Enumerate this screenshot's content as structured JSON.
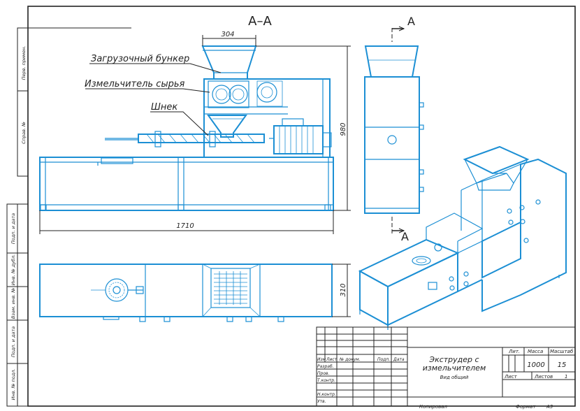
{
  "section_label": "А–А",
  "cut_marker": "А",
  "callouts": {
    "hopper": "Загрузочный бункер",
    "grinder": "Измельчитель сырья",
    "screw": "Шнек"
  },
  "dimensions": {
    "hopper_width": "304",
    "height": "980",
    "length": "1710",
    "width": "310"
  },
  "side_stamp": {
    "perv_primen": "Перв. примен.",
    "sprav_no": "Справ. №",
    "podp_data_1": "Подп. и дата",
    "inv_dubl": "Инв. № дубл.",
    "vzam_inv": "Взам. инв. №",
    "podp_data_2": "Подп. и дата",
    "inv_podl": "Инв. № подл."
  },
  "title_block": {
    "title_line1": "Экструдер с",
    "title_line2": "измельчителем",
    "subtitle": "Вид общий",
    "col_izm": "Изм",
    "col_list": "Лист",
    "col_doc": "№ докум.",
    "col_podp": "Подп.",
    "col_data": "Дата",
    "row_razrab": "Разраб.",
    "row_prov": "Пров.",
    "row_tkontr": "Т.контр.",
    "row_nkontr": "Н.контр.",
    "row_utv": "Утв.",
    "lit_label": "Лит.",
    "massa_label": "Масса",
    "masshtab_label": "Масштаб",
    "massa_value": "1000",
    "masshtab_value": "15",
    "list_label": "Лист",
    "listov_label": "Листов",
    "listov_value": "1",
    "kopiroval": "Копировал",
    "format_label": "Формат",
    "format_value": "А3"
  },
  "colors": {
    "drawing_lines": "#1c8fd4",
    "frame_lines": "#222222"
  }
}
